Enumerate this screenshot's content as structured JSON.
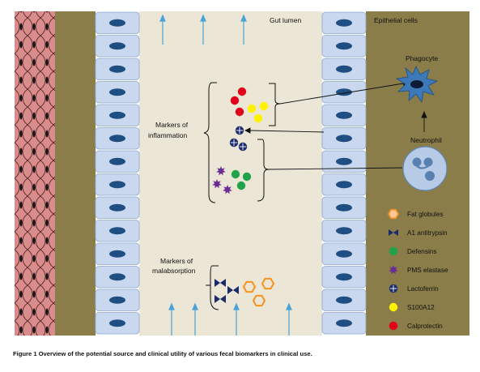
{
  "labels": {
    "gut_lumen": "Gut lumen",
    "epithelial_cells": "Epithelial cells",
    "phagocyte": "Phagocyte",
    "neutrophil": "Neutrophil",
    "markers_inflammation_line1": "Markers of",
    "markers_inflammation_line2": "inflammation",
    "markers_malabsorption_line1": "Markers of",
    "markers_malabsorption_line2": "malabsorption"
  },
  "legend": [
    {
      "key": "fat",
      "label": "Fat globules",
      "color": "#f7931e",
      "icon": "hexagon-icon"
    },
    {
      "key": "a1at",
      "label": "A1 antitrypsin",
      "color": "#1b2a6b",
      "icon": "bowtie-icon"
    },
    {
      "key": "def",
      "label": "Defensins",
      "color": "#22a34a",
      "icon": "circle-icon"
    },
    {
      "key": "pms",
      "label": "PMS elastase",
      "color": "#6a2c91",
      "icon": "starburst-icon"
    },
    {
      "key": "lac",
      "label": "Lactoferrin",
      "color": "#1b2a6b",
      "icon": "crossed-circle-icon"
    },
    {
      "key": "s100",
      "label": "S100A12",
      "color": "#fff200",
      "icon": "circle-icon"
    },
    {
      "key": "calp",
      "label": "Calprotectin",
      "color": "#e4001b",
      "icon": "circle-icon"
    }
  ],
  "colors": {
    "muscle": "#d98c8c",
    "submucosa": "#8a7d49",
    "lumen": "#ebe6d6",
    "epithelial_cell": "#c9d8ee",
    "nucleus": "#1f4f82",
    "arrow": "#4aa3d8",
    "phagocyte": "#3d79b8",
    "neutrophil": "#b8cbe6"
  },
  "caption": "Figure 1  Overview of the potential source and clinical utility of various fecal biomarkers in clinical use."
}
